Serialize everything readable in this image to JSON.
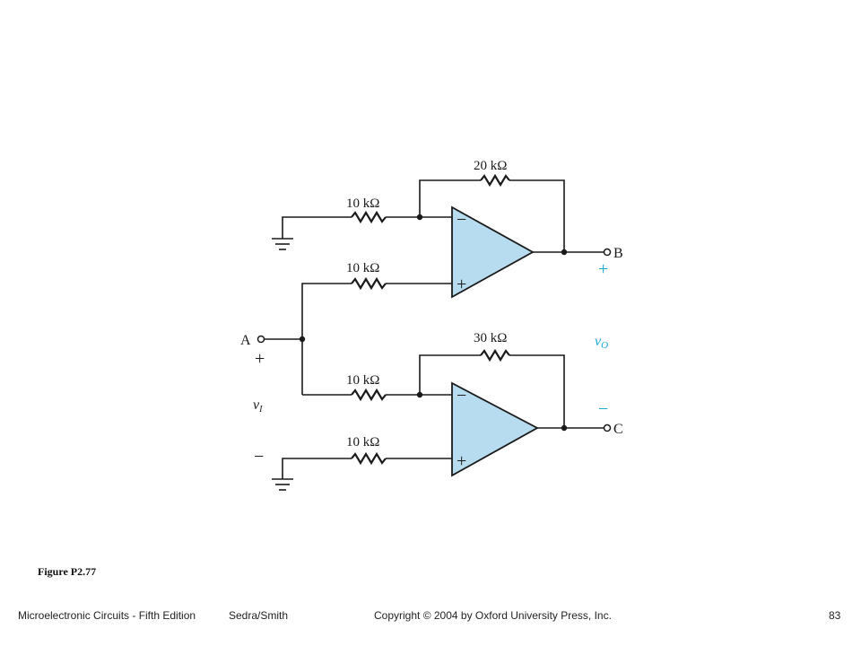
{
  "figure": {
    "caption": "Figure P2.77",
    "resistors": {
      "r_feedback_top": "20 kΩ",
      "r_in_top_inv": "10 kΩ",
      "r_in_top_noninv": "10 kΩ",
      "r_feedback_bottom": "30 kΩ",
      "r_in_bottom_inv": "10 kΩ",
      "r_in_bottom_noninv": "10 kΩ"
    },
    "terminals": {
      "a": "A",
      "b": "B",
      "c": "C"
    },
    "input": {
      "plus": "+",
      "label": "v",
      "sub": "I",
      "minus": "−"
    },
    "output": {
      "plus": "+",
      "label": "v",
      "sub": "O",
      "minus": "−"
    },
    "opamp_inputs": {
      "inv": "−",
      "noninv": "+"
    },
    "colors": {
      "opamp_fill": "#b8dcef",
      "output_label": "#19a7cf"
    }
  },
  "footer": {
    "book": "Microelectronic Circuits - Fifth Edition",
    "authors": "Sedra/Smith",
    "copyright": "Copyright © 2004 by Oxford University Press, Inc.",
    "page": "83"
  }
}
